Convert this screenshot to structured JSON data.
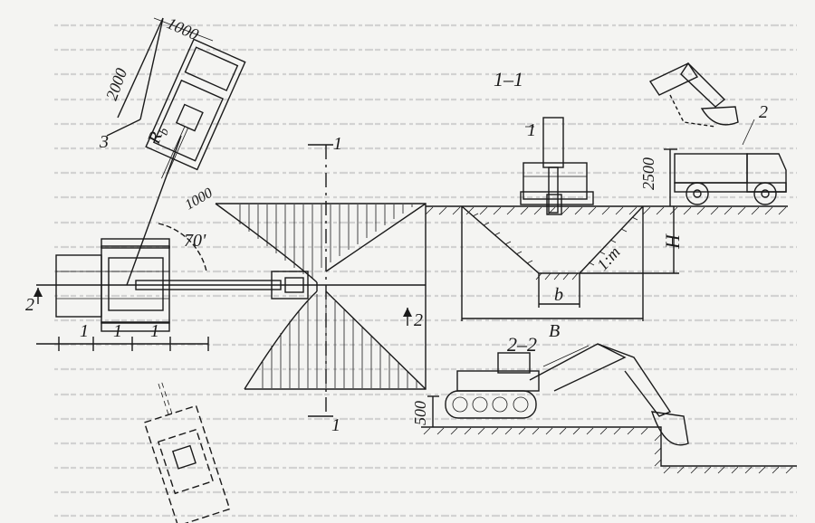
{
  "figure": {
    "dimensions": {
      "d1000_top": "1000",
      "d2000": "2000",
      "d1000_mid": "1000",
      "d2500": "2500",
      "d500": "500"
    },
    "labels": {
      "pos3": "3",
      "radius": "R",
      "radius_sub": "b",
      "angle70": "70'",
      "cut_marker_top": "1",
      "cut_marker_bottom": "1",
      "section_marker_left": "2",
      "section_marker_right": "2",
      "step1": "1",
      "step2": "1",
      "step3": "1"
    },
    "section_1_1": {
      "title": "1–1",
      "label_1": "1",
      "label_2": "2",
      "slope": "1:m",
      "depth": "H",
      "bottom_width": "b",
      "top_width": "B"
    },
    "section_2_2": {
      "title": "2–2"
    }
  }
}
